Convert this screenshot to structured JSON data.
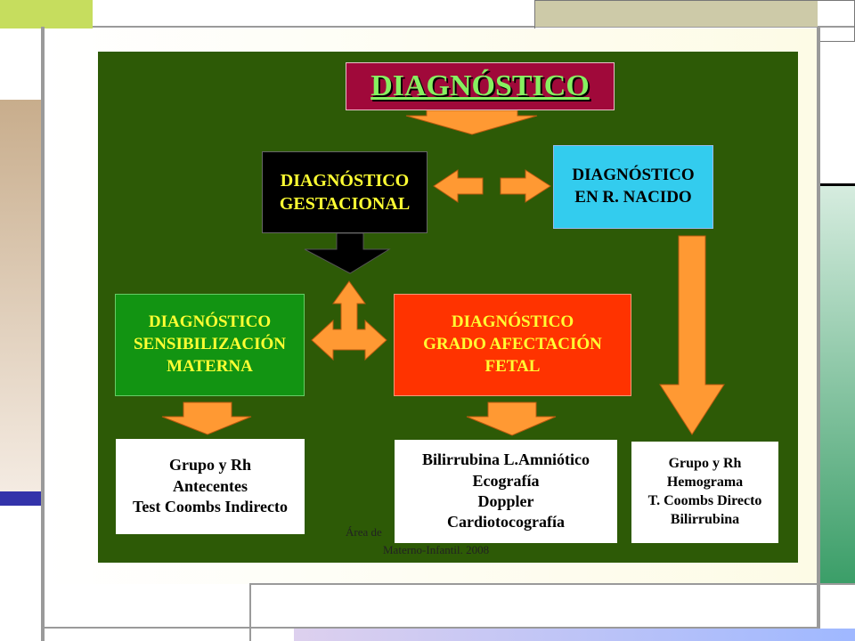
{
  "diagram": {
    "title": "DIAGNÓSTICO",
    "gestacional": [
      "DIAGNÓSTICO",
      "GESTACIONAL"
    ],
    "recien_nacido": [
      "DIAGNÓSTICO",
      "EN R. NACIDO"
    ],
    "sensibilizacion": [
      "DIAGNÓSTICO",
      "SENSIBILIZACIÓN",
      "MATERNA"
    ],
    "afectacion": [
      "DIAGNÓSTICO",
      "GRADO AFECTACIÓN",
      "FETAL"
    ],
    "list_materna": [
      "Grupo y Rh",
      "Antecentes",
      "Test Coombs Indirecto"
    ],
    "list_fetal": [
      "Bilirrubina L.Amniótico",
      "Ecografía",
      "Doppler",
      "Cardiotocografía"
    ],
    "list_rn": [
      "Grupo y Rh",
      "Hemograma",
      "T. Coombs Directo",
      "Bilirrubina"
    ],
    "footer": [
      "Área de",
      "Materno-Infantil. 2008"
    ]
  },
  "colors": {
    "background": "#2d5a06",
    "title_fill": "#a0093a",
    "title_text": "#86f060",
    "arrow": "#ff9933",
    "gestacional_fill": "#000000",
    "rn_fill": "#33ccee",
    "sensibilizacion_fill": "#129412",
    "afectacion_fill": "#ff3300",
    "yellow_text": "#ffff33"
  }
}
